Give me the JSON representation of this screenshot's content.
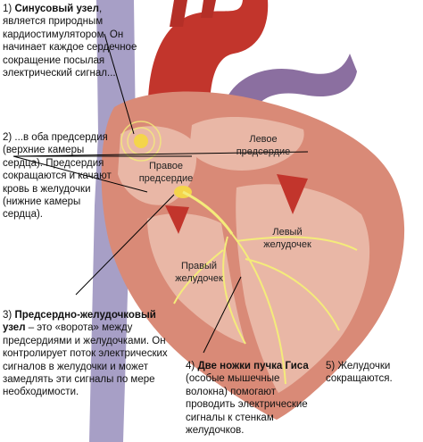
{
  "colors": {
    "heart_wall": "#d98a77",
    "chamber": "#e9b7a6",
    "aorta": "#c2352c",
    "pulmonary": "#8b6fa0",
    "vena_cava": "#a79fc6",
    "conduction": "#f4ec7a",
    "background": "#ffffff"
  },
  "steps": {
    "s1": {
      "num": "1)",
      "title": "Синусовый узел",
      "body": ", является природным кардиостимулятором. Он начинает каждое сердечное сокращение посылая электрический сигнал..."
    },
    "s2": {
      "text": "2) ...в оба предсердия (верхние камеры сердца). Предсердия сокращаются и качают кровь в желудочки (нижние камеры сердца)."
    },
    "s3": {
      "num": "3)",
      "title": "Предсердно-желудочковый узел",
      "body": " – это «ворота» между предсердиями и желудочками. Он контролирует поток электрических сигналов в желудочки и может замедлять эти сигналы по мере необходимости."
    },
    "s4": {
      "num": "4)",
      "title": "Две ножки пучка Гиса",
      "body": " (особые мышечные волокна) помогают проводить электрические сигналы к стенкам желудочков."
    },
    "s5": {
      "text": "5) Желудочки сокращаются."
    }
  },
  "chambers": {
    "left_atrium": "Левое предсердие",
    "right_atrium": "Правое предсердие",
    "left_ventricle": "Левый желудочек",
    "right_ventricle": "Правый желудочек"
  }
}
